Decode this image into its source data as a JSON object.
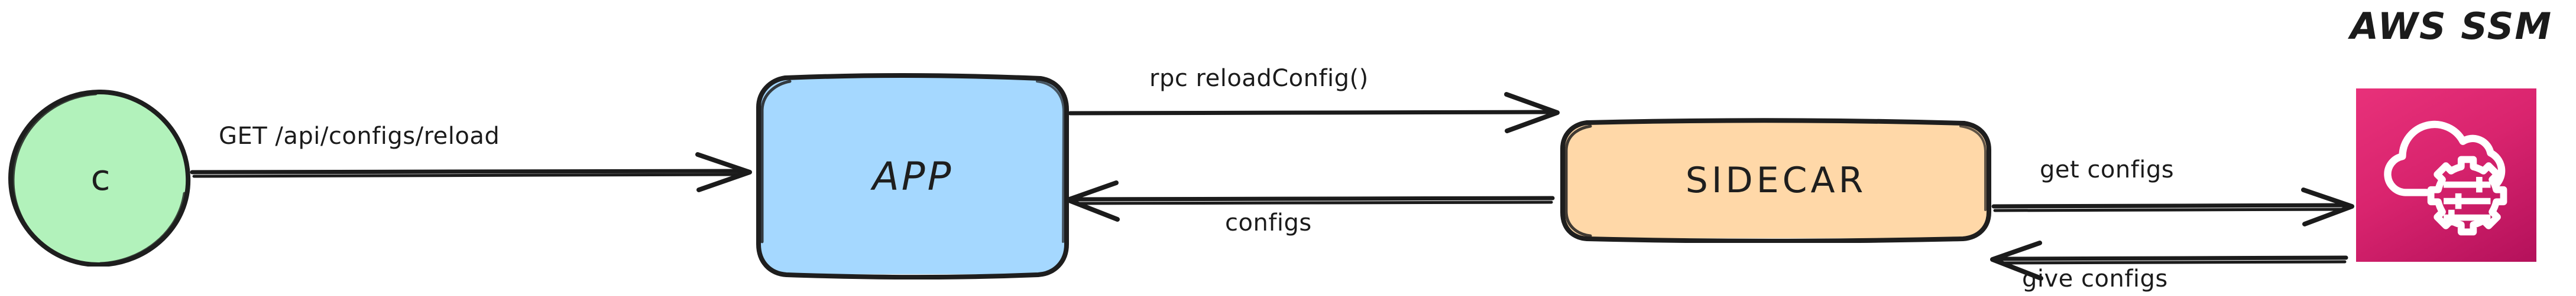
{
  "diagram": {
    "title_text": "AWS SSM",
    "background_color": "#ffffff",
    "stroke_color": "#1e1e1e"
  },
  "nodes": {
    "client": {
      "label": "c",
      "shape": "ellipse",
      "fill": "#b2f2bb",
      "stroke": "#1e1e1e"
    },
    "app": {
      "label": "APP",
      "shape": "rounded-rect",
      "fill": "#a5d8ff",
      "stroke": "#1e1e1e"
    },
    "sidecar": {
      "label": "SIDECAR",
      "shape": "rounded-rect",
      "fill": "#ffd8a8",
      "stroke": "#1e1e1e"
    },
    "aws_ssm": {
      "label": "AWS SSM",
      "icon_name": "aws-ssm-cloud-gear-icon",
      "fill_start": "#e8317a",
      "fill_end": "#b4115b",
      "glyph_color": "#ffffff"
    }
  },
  "edges": [
    {
      "id": "client-to-app",
      "label": "GET /api/configs/reload",
      "from": "client",
      "to": "app",
      "direction": "right"
    },
    {
      "id": "app-to-sidecar",
      "label": "rpc reloadConfig()",
      "from": "app",
      "to": "sidecar",
      "direction": "right"
    },
    {
      "id": "sidecar-to-app",
      "label": "configs",
      "from": "sidecar",
      "to": "app",
      "direction": "left"
    },
    {
      "id": "sidecar-to-ssm",
      "label": "get configs",
      "from": "sidecar",
      "to": "aws_ssm",
      "direction": "right"
    },
    {
      "id": "ssm-to-sidecar",
      "label": "give configs",
      "from": "aws_ssm",
      "to": "sidecar",
      "direction": "left"
    }
  ]
}
